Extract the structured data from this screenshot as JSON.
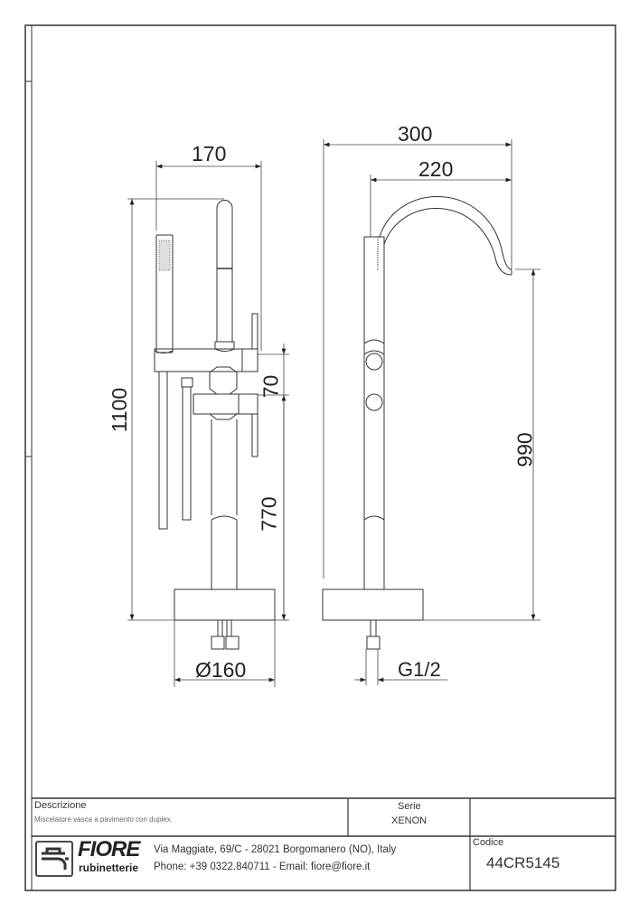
{
  "drawing": {
    "dimensions_front": {
      "width_top": "170",
      "height_total": "1100",
      "lever_spacing": "70",
      "lower_height": "770",
      "base_diameter": "Ø160"
    },
    "dimensions_side": {
      "reach_total": "300",
      "spout_reach": "220",
      "spout_height": "990",
      "connection": "G1/2"
    }
  },
  "title_block": {
    "description_label": "Descrizione",
    "description_value": "Miscelatore vasca a pavimento con duplex.",
    "series_label": "Serie",
    "series_value": "XENON",
    "brand_name": "FIORE",
    "brand_sub": "rubinetterie",
    "address": "Via Maggiate, 69/C - 28021 Borgomanero (NO), Italy",
    "contact": "Phone: +39 0322.840711 - Email: fiore@fiore.it",
    "code_label": "Codice",
    "code_value": "44CR5145"
  }
}
